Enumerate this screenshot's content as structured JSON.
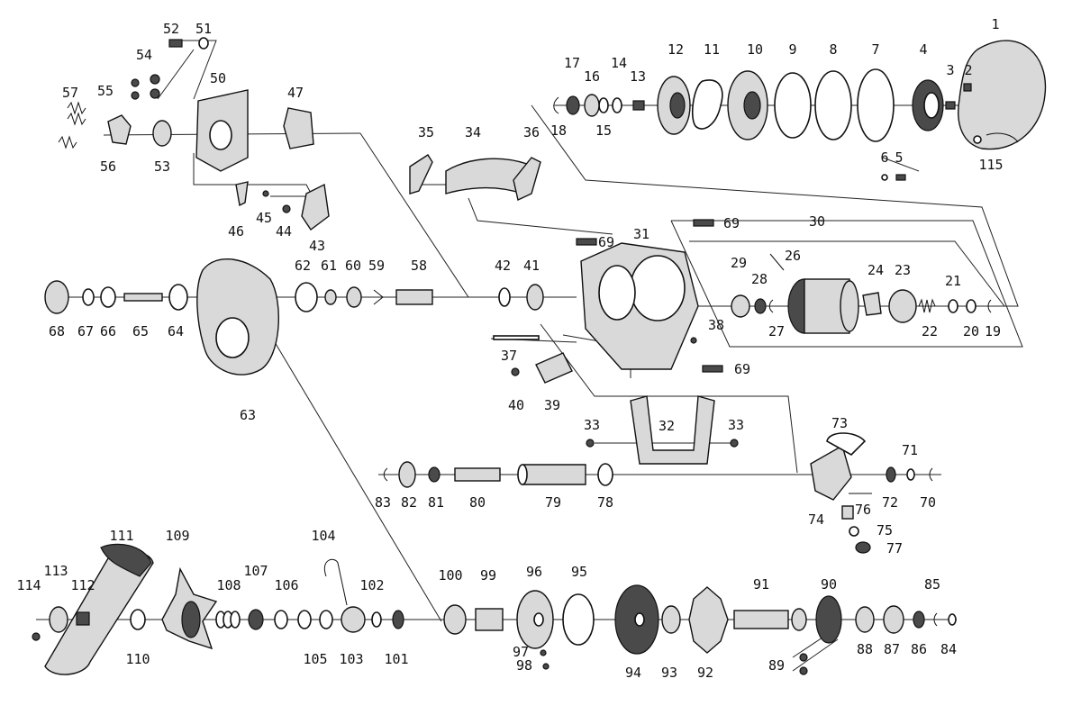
{
  "diagram": {
    "labels": [
      {
        "id": "1",
        "text": "1"
      },
      {
        "id": "2",
        "text": "2"
      },
      {
        "id": "3",
        "text": "3"
      },
      {
        "id": "4",
        "text": "4"
      },
      {
        "id": "5",
        "text": "5"
      },
      {
        "id": "6",
        "text": "6"
      },
      {
        "id": "7",
        "text": "7"
      },
      {
        "id": "8",
        "text": "8"
      },
      {
        "id": "9",
        "text": "9"
      },
      {
        "id": "10",
        "text": "10"
      },
      {
        "id": "11",
        "text": "11"
      },
      {
        "id": "12",
        "text": "12"
      },
      {
        "id": "13",
        "text": "13"
      },
      {
        "id": "14",
        "text": "14"
      },
      {
        "id": "15",
        "text": "15"
      },
      {
        "id": "16",
        "text": "16"
      },
      {
        "id": "17",
        "text": "17"
      },
      {
        "id": "18",
        "text": "18"
      },
      {
        "id": "19",
        "text": "19"
      },
      {
        "id": "20",
        "text": "20"
      },
      {
        "id": "21",
        "text": "21"
      },
      {
        "id": "22",
        "text": "22"
      },
      {
        "id": "23",
        "text": "23"
      },
      {
        "id": "24",
        "text": "24"
      },
      {
        "id": "26",
        "text": "26"
      },
      {
        "id": "27",
        "text": "27"
      },
      {
        "id": "28",
        "text": "28"
      },
      {
        "id": "29",
        "text": "29"
      },
      {
        "id": "30",
        "text": "30"
      },
      {
        "id": "31",
        "text": "31"
      },
      {
        "id": "32",
        "text": "32"
      },
      {
        "id": "33a",
        "text": "33"
      },
      {
        "id": "33b",
        "text": "33"
      },
      {
        "id": "34",
        "text": "34"
      },
      {
        "id": "35",
        "text": "35"
      },
      {
        "id": "36",
        "text": "36"
      },
      {
        "id": "37",
        "text": "37"
      },
      {
        "id": "38",
        "text": "38"
      },
      {
        "id": "39",
        "text": "39"
      },
      {
        "id": "40",
        "text": "40"
      },
      {
        "id": "41",
        "text": "41"
      },
      {
        "id": "42",
        "text": "42"
      },
      {
        "id": "43",
        "text": "43"
      },
      {
        "id": "44",
        "text": "44"
      },
      {
        "id": "45",
        "text": "45"
      },
      {
        "id": "46",
        "text": "46"
      },
      {
        "id": "47",
        "text": "47"
      },
      {
        "id": "50",
        "text": "50"
      },
      {
        "id": "51",
        "text": "51"
      },
      {
        "id": "52",
        "text": "52"
      },
      {
        "id": "53",
        "text": "53"
      },
      {
        "id": "54",
        "text": "54"
      },
      {
        "id": "55",
        "text": "55"
      },
      {
        "id": "56",
        "text": "56"
      },
      {
        "id": "57",
        "text": "57"
      },
      {
        "id": "58",
        "text": "58"
      },
      {
        "id": "59",
        "text": "59"
      },
      {
        "id": "60",
        "text": "60"
      },
      {
        "id": "61",
        "text": "61"
      },
      {
        "id": "62",
        "text": "62"
      },
      {
        "id": "63",
        "text": "63"
      },
      {
        "id": "64",
        "text": "64"
      },
      {
        "id": "65",
        "text": "65"
      },
      {
        "id": "66",
        "text": "66"
      },
      {
        "id": "67",
        "text": "67"
      },
      {
        "id": "68",
        "text": "68"
      },
      {
        "id": "69a",
        "text": "69"
      },
      {
        "id": "69b",
        "text": "69"
      },
      {
        "id": "69c",
        "text": "69"
      },
      {
        "id": "70",
        "text": "70"
      },
      {
        "id": "71",
        "text": "71"
      },
      {
        "id": "72",
        "text": "72"
      },
      {
        "id": "73",
        "text": "73"
      },
      {
        "id": "74",
        "text": "74"
      },
      {
        "id": "75",
        "text": "75"
      },
      {
        "id": "76",
        "text": "76"
      },
      {
        "id": "77",
        "text": "77"
      },
      {
        "id": "78",
        "text": "78"
      },
      {
        "id": "79",
        "text": "79"
      },
      {
        "id": "80",
        "text": "80"
      },
      {
        "id": "81",
        "text": "81"
      },
      {
        "id": "82",
        "text": "82"
      },
      {
        "id": "83",
        "text": "83"
      },
      {
        "id": "84",
        "text": "84"
      },
      {
        "id": "85",
        "text": "85"
      },
      {
        "id": "86",
        "text": "86"
      },
      {
        "id": "87",
        "text": "87"
      },
      {
        "id": "88",
        "text": "88"
      },
      {
        "id": "89",
        "text": "89"
      },
      {
        "id": "90",
        "text": "90"
      },
      {
        "id": "91",
        "text": "91"
      },
      {
        "id": "92",
        "text": "92"
      },
      {
        "id": "93",
        "text": "93"
      },
      {
        "id": "94",
        "text": "94"
      },
      {
        "id": "95",
        "text": "95"
      },
      {
        "id": "96",
        "text": "96"
      },
      {
        "id": "97",
        "text": "97"
      },
      {
        "id": "98",
        "text": "98"
      },
      {
        "id": "99",
        "text": "99"
      },
      {
        "id": "100",
        "text": "100"
      },
      {
        "id": "101",
        "text": "101"
      },
      {
        "id": "102",
        "text": "102"
      },
      {
        "id": "103",
        "text": "103"
      },
      {
        "id": "104",
        "text": "104"
      },
      {
        "id": "105",
        "text": "105"
      },
      {
        "id": "106",
        "text": "106"
      },
      {
        "id": "107",
        "text": "107"
      },
      {
        "id": "108",
        "text": "108"
      },
      {
        "id": "109",
        "text": "109"
      },
      {
        "id": "110",
        "text": "110"
      },
      {
        "id": "111",
        "text": "111"
      },
      {
        "id": "112",
        "text": "112"
      },
      {
        "id": "113",
        "text": "113"
      },
      {
        "id": "114",
        "text": "114"
      },
      {
        "id": "115",
        "text": "115"
      }
    ]
  }
}
